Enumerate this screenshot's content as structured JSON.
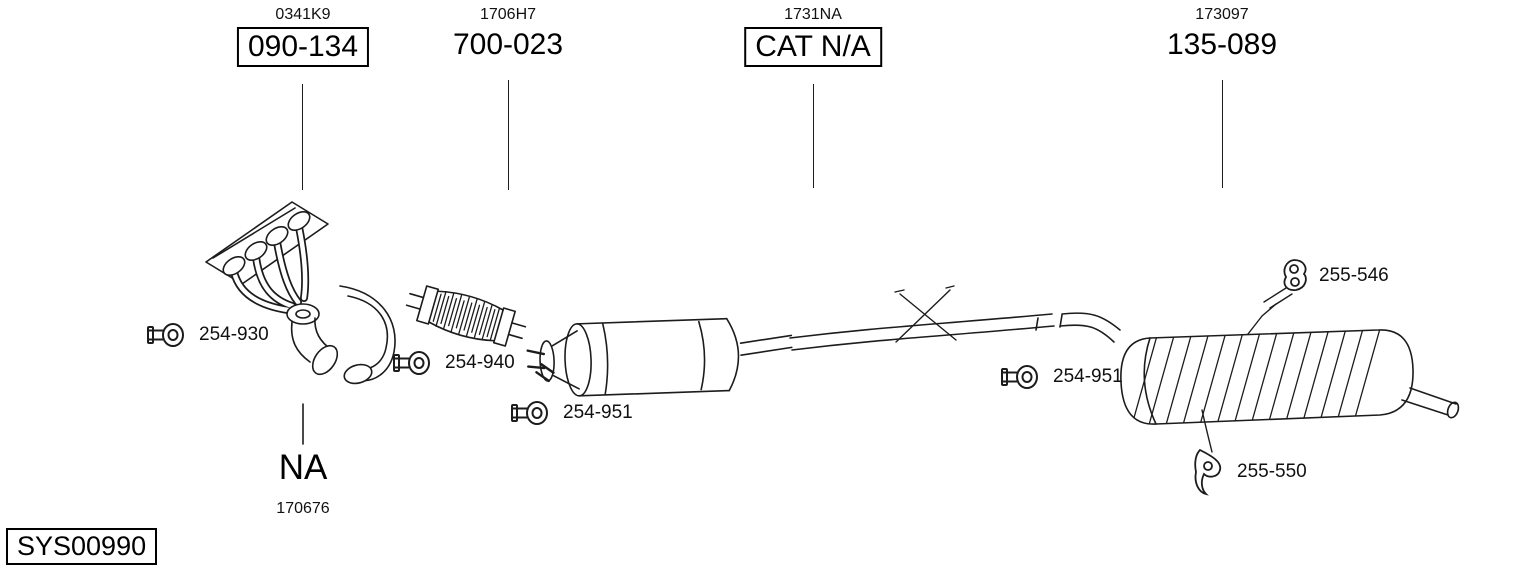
{
  "header_labels": [
    {
      "ref": "0341K9",
      "part": "090-134",
      "boxed": true
    },
    {
      "ref": "1706H7",
      "part": "700-023",
      "boxed": false
    },
    {
      "ref": "1731NA",
      "part": "CAT N/A",
      "boxed": true
    },
    {
      "ref": "173097",
      "part": "135-089",
      "boxed": false
    }
  ],
  "component_labels": [
    {
      "part": "254-930",
      "icon": "clamp-icon"
    },
    {
      "part": "254-940",
      "icon": "clamp-icon"
    },
    {
      "part": "254-951",
      "icon": "clamp-icon"
    },
    {
      "part": "254-951",
      "icon": "clamp-icon"
    },
    {
      "part": "255-546",
      "icon": "hanger-icon"
    },
    {
      "part": "255-550",
      "icon": "hanger-icon"
    }
  ],
  "na_section": {
    "label": "NA",
    "ref": "170676"
  },
  "system_code": "SYS00990",
  "colors": {
    "line": "#1c1c1c",
    "background": "#ffffff"
  }
}
